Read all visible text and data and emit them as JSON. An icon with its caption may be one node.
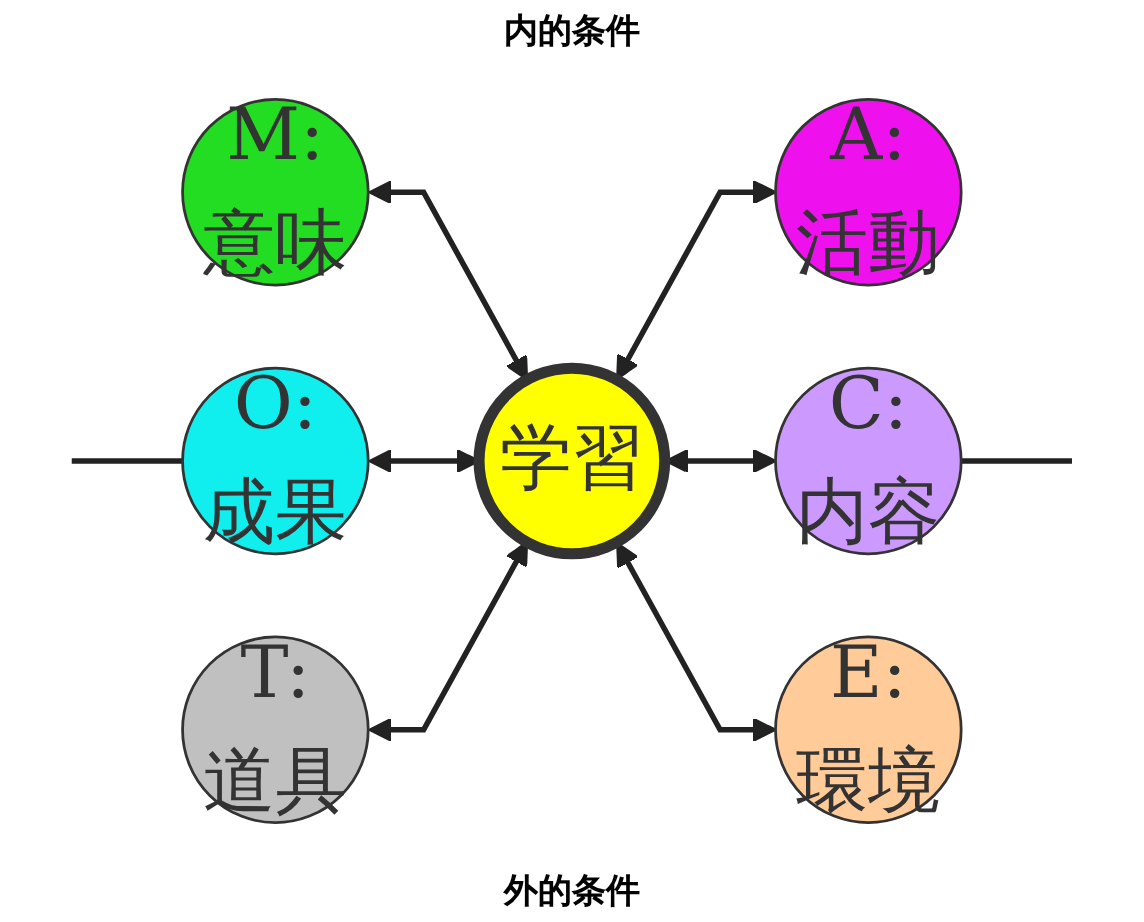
{
  "diagram": {
    "nodes": [
      {
        "text": [
          "M:",
          "意味"
        ]
      },
      {
        "text": [
          "A:",
          "活動"
        ]
      },
      {
        "text": [
          "O:",
          "成果"
        ]
      },
      {
        "text": [
          "学習"
        ]
      },
      {
        "text": [
          "C:",
          "内容"
        ]
      },
      {
        "text": [
          "T:",
          "道具"
        ]
      },
      {
        "text": [
          "E:",
          "環境"
        ]
      }
    ],
    "edges": [
      {
        "from": 3,
        "to": 0,
        "arrow": "both"
      },
      {
        "from": 3,
        "to": 1,
        "arrow": "both"
      },
      {
        "from": 3,
        "to": 2,
        "arrow": "both"
      },
      {
        "from": 3,
        "to": 4,
        "arrow": "both"
      },
      {
        "from": 3,
        "to": 5,
        "arrow": "both"
      },
      {
        "from": 3,
        "to": 6,
        "arrow": "both"
      },
      {
        "from": null,
        "to": 2,
        "arrow": "none"
      },
      {
        "from": 4,
        "to": null,
        "arrow": "none"
      }
    ],
    "labels": [
      "内的条件",
      "外的条件"
    ]
  }
}
